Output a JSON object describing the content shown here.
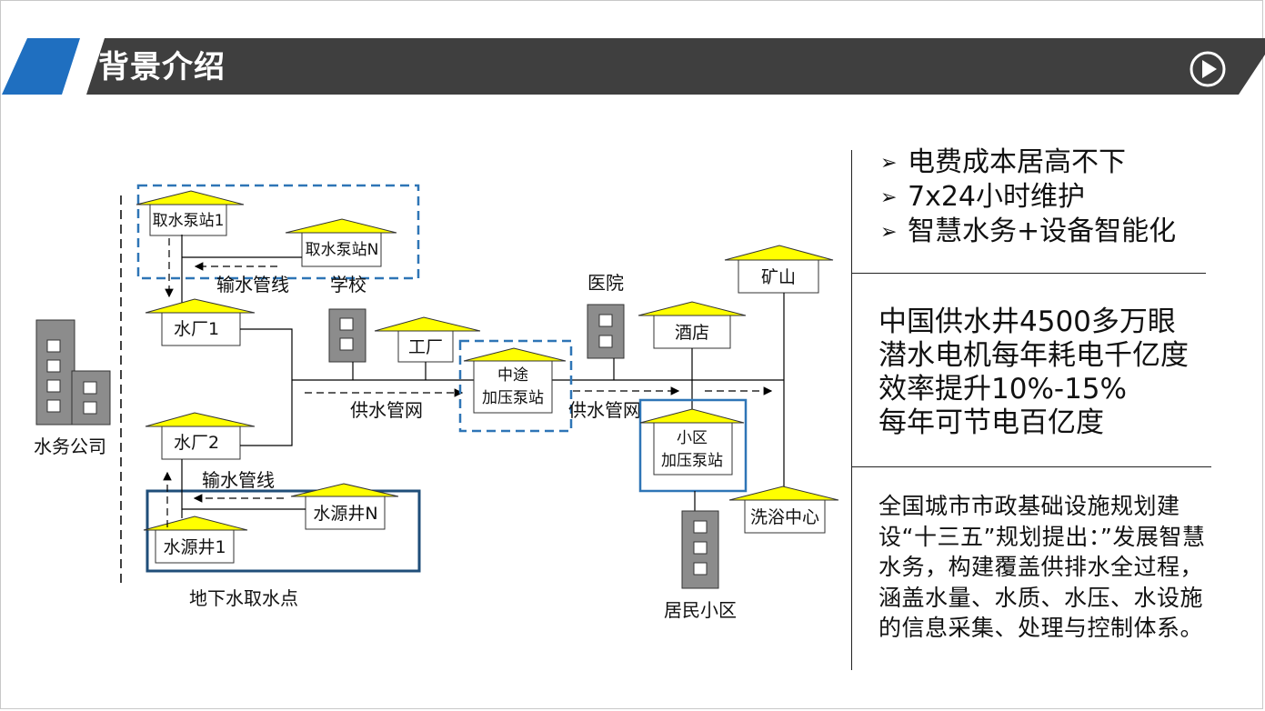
{
  "header": {
    "title": "背景介绍",
    "colors": {
      "bar": "#3f3f3f",
      "accent": "#1f6fc0"
    },
    "play_icon": "play-circle-icon"
  },
  "diagram": {
    "side_label": "水务公司",
    "intake_pumps": [
      "取水泵站1",
      "取水泵站N"
    ],
    "pipeline_top": "输水管线",
    "pipeline_bottom": "输水管线",
    "plants": [
      "水厂1",
      "水厂2"
    ],
    "sources": [
      "水源井1",
      "水源井N"
    ],
    "groundwater_label": "地下水取水点",
    "school": "学校",
    "factory": "工厂",
    "hospital": "医院",
    "midway_station": [
      "中途",
      "加压泵站"
    ],
    "network_left": "供水管网",
    "network_right": "供水管网",
    "hotel": "酒店",
    "mine": "矿山",
    "community_station": [
      "小区",
      "加压泵站"
    ],
    "bath_center": "洗浴中心",
    "residential": "居民小区",
    "colors": {
      "roof": "#ffff00",
      "building": "#8c8c8c",
      "dashed_box": "#2e75b6",
      "solid_box": "#1f4e79"
    }
  },
  "bullets": [
    "电费成本居高不下",
    "7x24小时维护",
    "智慧水务+设备智能化"
  ],
  "stats": [
    "中国供水井4500多万眼",
    "潜水电机每年耗电千亿度",
    "效率提升10%-15%",
    "每年可节电百亿度"
  ],
  "policy": "全国城市市政基础设施规划建设“十三五”规划提出：”发展智慧水务，构建覆盖供排水全过程，涵盖水量、水质、水压、水设施的信息采集、处理与控制体系。"
}
